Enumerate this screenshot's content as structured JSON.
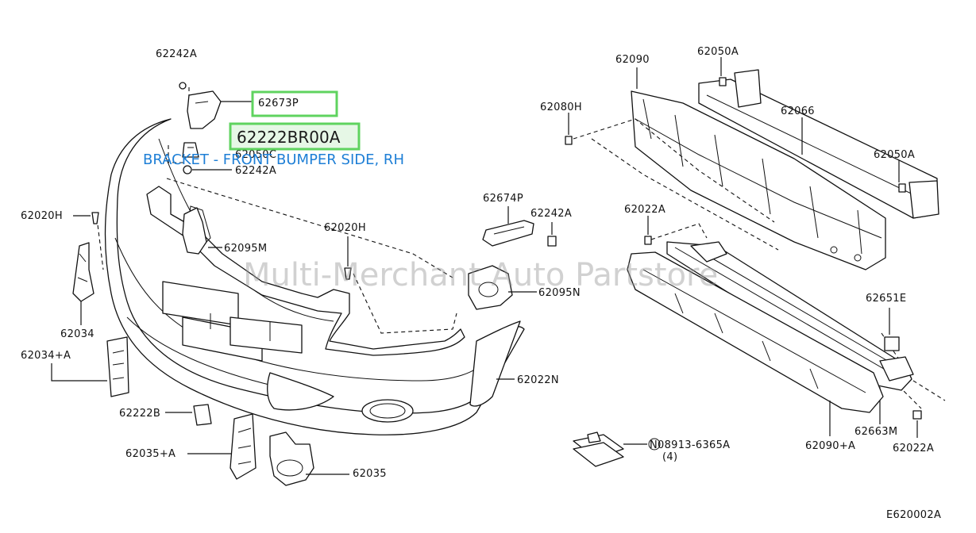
{
  "labels": {
    "l62242A_top": "62242A",
    "l62673P": "62673P",
    "l62050C": "62050C",
    "l62242A_mid": "62242A",
    "l62020H_left": "62020H",
    "l62095M": "62095M",
    "l62020H_mid": "62020H",
    "l62034": "62034",
    "l62034A": "62034+A",
    "l62222B": "62222B",
    "l62035A": "62035+A",
    "l62035": "62035",
    "l62022N": "62022N",
    "l62674P": "62674P",
    "l62242A_right": "62242A",
    "l62095N": "62095N",
    "l62090": "62090",
    "l62050A_top": "62050A",
    "l62080H": "62080H",
    "l62066": "62066",
    "l62050A_right": "62050A",
    "l62022A_mid": "62022A",
    "l62651E": "62651E",
    "l62663M": "62663M",
    "l62090A": "62090+A",
    "l62022A_bottom": "62022A",
    "l08913": "N08913-6365A",
    "l08913_qty": "(4)",
    "diagram_code": "E620002A"
  },
  "highlight": {
    "part_number": "62222BR00A",
    "description": "BRACKET - FRONT BUMPER SIDE, RH"
  },
  "watermark": "Multi-Merchant Auto Partstore",
  "colors": {
    "highlight_border": "#5fd35f",
    "highlight_fill": "#e6f7e6",
    "description_text": "#1e7fd6",
    "watermark": "#9a9a9a"
  }
}
